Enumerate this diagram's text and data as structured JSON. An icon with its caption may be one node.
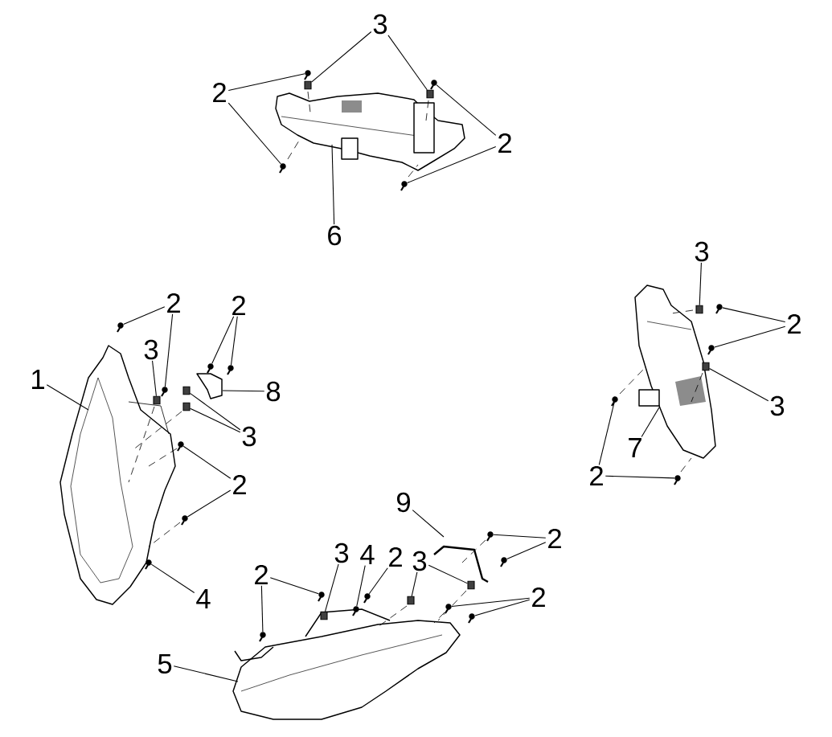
{
  "diagram": {
    "nodes": [
      {
        "text": [
          "2"
        ]
      },
      {
        "text": [
          "3"
        ]
      },
      {
        "text": [
          "2"
        ]
      },
      {
        "text": [
          "6"
        ]
      },
      {
        "text": [
          "2"
        ]
      },
      {
        "text": [
          "2"
        ]
      },
      {
        "text": [
          "3"
        ]
      },
      {
        "text": [
          "1"
        ]
      },
      {
        "text": [
          "8"
        ]
      },
      {
        "text": [
          "3"
        ]
      },
      {
        "text": [
          "2"
        ]
      },
      {
        "text": [
          "4"
        ]
      },
      {
        "text": [
          "3"
        ]
      },
      {
        "text": [
          "2"
        ]
      },
      {
        "text": [
          "3"
        ]
      },
      {
        "text": [
          "7"
        ]
      },
      {
        "text": [
          "2"
        ]
      },
      {
        "text": [
          "9"
        ]
      },
      {
        "text": [
          "2"
        ]
      },
      {
        "text": [
          "3"
        ]
      },
      {
        "text": [
          "4"
        ]
      },
      {
        "text": [
          "2"
        ]
      },
      {
        "text": [
          "3"
        ]
      },
      {
        "text": [
          "2"
        ]
      },
      {
        "text": [
          "2"
        ]
      },
      {
        "text": [
          "5"
        ]
      },
      {
        "text": [],
        "shape": "picture"
      },
      {
        "text": [],
        "shape": "picture"
      },
      {
        "text": [],
        "shape": "picture"
      },
      {
        "text": [],
        "shape": "picture"
      },
      {
        "text": [],
        "shape": "picture"
      },
      {
        "text": [],
        "shape": "picture"
      },
      {
        "text": [],
        "shape": "screw"
      },
      {
        "text": [],
        "shape": "screw"
      },
      {
        "text": [],
        "shape": "nut"
      },
      {
        "text": [],
        "shape": "nut"
      },
      {
        "text": [],
        "shape": "screw"
      },
      {
        "text": [],
        "shape": "screw"
      },
      {
        "text": [],
        "shape": "screw"
      },
      {
        "text": [],
        "shape": "screw"
      },
      {
        "text": [],
        "shape": "screw"
      },
      {
        "text": [],
        "shape": "screw"
      },
      {
        "text": [],
        "shape": "nut"
      },
      {
        "text": [],
        "shape": "nut"
      },
      {
        "text": [],
        "shape": "nut"
      },
      {
        "text": [],
        "shape": "screw"
      },
      {
        "text": [],
        "shape": "screw"
      },
      {
        "text": [],
        "shape": "screw"
      },
      {
        "text": [],
        "shape": "nut"
      },
      {
        "text": [],
        "shape": "screw"
      },
      {
        "text": [],
        "shape": "screw"
      },
      {
        "text": [],
        "shape": "nut"
      },
      {
        "text": [],
        "shape": "screw"
      },
      {
        "text": [],
        "shape": "screw"
      },
      {
        "text": [],
        "shape": "screw"
      },
      {
        "text": [],
        "shape": "screw"
      },
      {
        "text": [],
        "shape": "nut"
      },
      {
        "text": [],
        "shape": "screw"
      },
      {
        "text": [],
        "shape": "screw"
      },
      {
        "text": [],
        "shape": "nut"
      },
      {
        "text": [],
        "shape": "nut"
      },
      {
        "text": [],
        "shape": "screw"
      },
      {
        "text": [],
        "shape": "screw"
      },
      {
        "text": [],
        "shape": "screw"
      },
      {
        "text": [],
        "shape": "screw"
      }
    ],
    "edges": [
      {
        "from": 0,
        "to": 32,
        "arrow": "none"
      },
      {
        "from": 0,
        "to": 33,
        "arrow": "none"
      },
      {
        "from": 1,
        "to": 34,
        "arrow": "none"
      },
      {
        "from": 1,
        "to": 35,
        "arrow": "none"
      },
      {
        "from": 2,
        "to": 36,
        "arrow": "none"
      },
      {
        "from": 2,
        "to": 37,
        "arrow": "none"
      },
      {
        "from": 3,
        "to": 26,
        "arrow": "none"
      },
      {
        "from": 4,
        "to": 38,
        "arrow": "none"
      },
      {
        "from": 4,
        "to": 39,
        "arrow": "none"
      },
      {
        "from": 5,
        "to": 40,
        "arrow": "none"
      },
      {
        "from": 5,
        "to": 41,
        "arrow": "none"
      },
      {
        "from": 6,
        "to": 42,
        "arrow": "none"
      },
      {
        "from": 7,
        "to": 27,
        "arrow": "none"
      },
      {
        "from": 8,
        "to": 28,
        "arrow": "none"
      },
      {
        "from": 9,
        "to": 43,
        "arrow": "none"
      },
      {
        "from": 9,
        "to": 44,
        "arrow": "none"
      },
      {
        "from": 10,
        "to": 45,
        "arrow": "none"
      },
      {
        "from": 10,
        "to": 46,
        "arrow": "none"
      },
      {
        "from": 11,
        "to": 47,
        "arrow": "none"
      },
      {
        "from": 12,
        "to": 48,
        "arrow": "none"
      },
      {
        "from": 13,
        "to": 49,
        "arrow": "none"
      },
      {
        "from": 13,
        "to": 50,
        "arrow": "none"
      },
      {
        "from": 14,
        "to": 51,
        "arrow": "none"
      },
      {
        "from": 15,
        "to": 29,
        "arrow": "none"
      },
      {
        "from": 16,
        "to": 52,
        "arrow": "none"
      },
      {
        "from": 16,
        "to": 53,
        "arrow": "none"
      },
      {
        "from": 17,
        "to": 31,
        "arrow": "none"
      },
      {
        "from": 18,
        "to": 54,
        "arrow": "none"
      },
      {
        "from": 18,
        "to": 55,
        "arrow": "none"
      },
      {
        "from": 19,
        "to": 56,
        "arrow": "none"
      },
      {
        "from": 20,
        "to": 57,
        "arrow": "none"
      },
      {
        "from": 21,
        "to": 58,
        "arrow": "none"
      },
      {
        "from": 22,
        "to": 59,
        "arrow": "none"
      },
      {
        "from": 22,
        "to": 60,
        "arrow": "none"
      },
      {
        "from": 23,
        "to": 61,
        "arrow": "none"
      },
      {
        "from": 23,
        "to": 62,
        "arrow": "none"
      },
      {
        "from": 24,
        "to": 63,
        "arrow": "none"
      },
      {
        "from": 24,
        "to": 64,
        "arrow": "none"
      },
      {
        "from": 25,
        "to": 30,
        "arrow": "none"
      }
    ]
  }
}
